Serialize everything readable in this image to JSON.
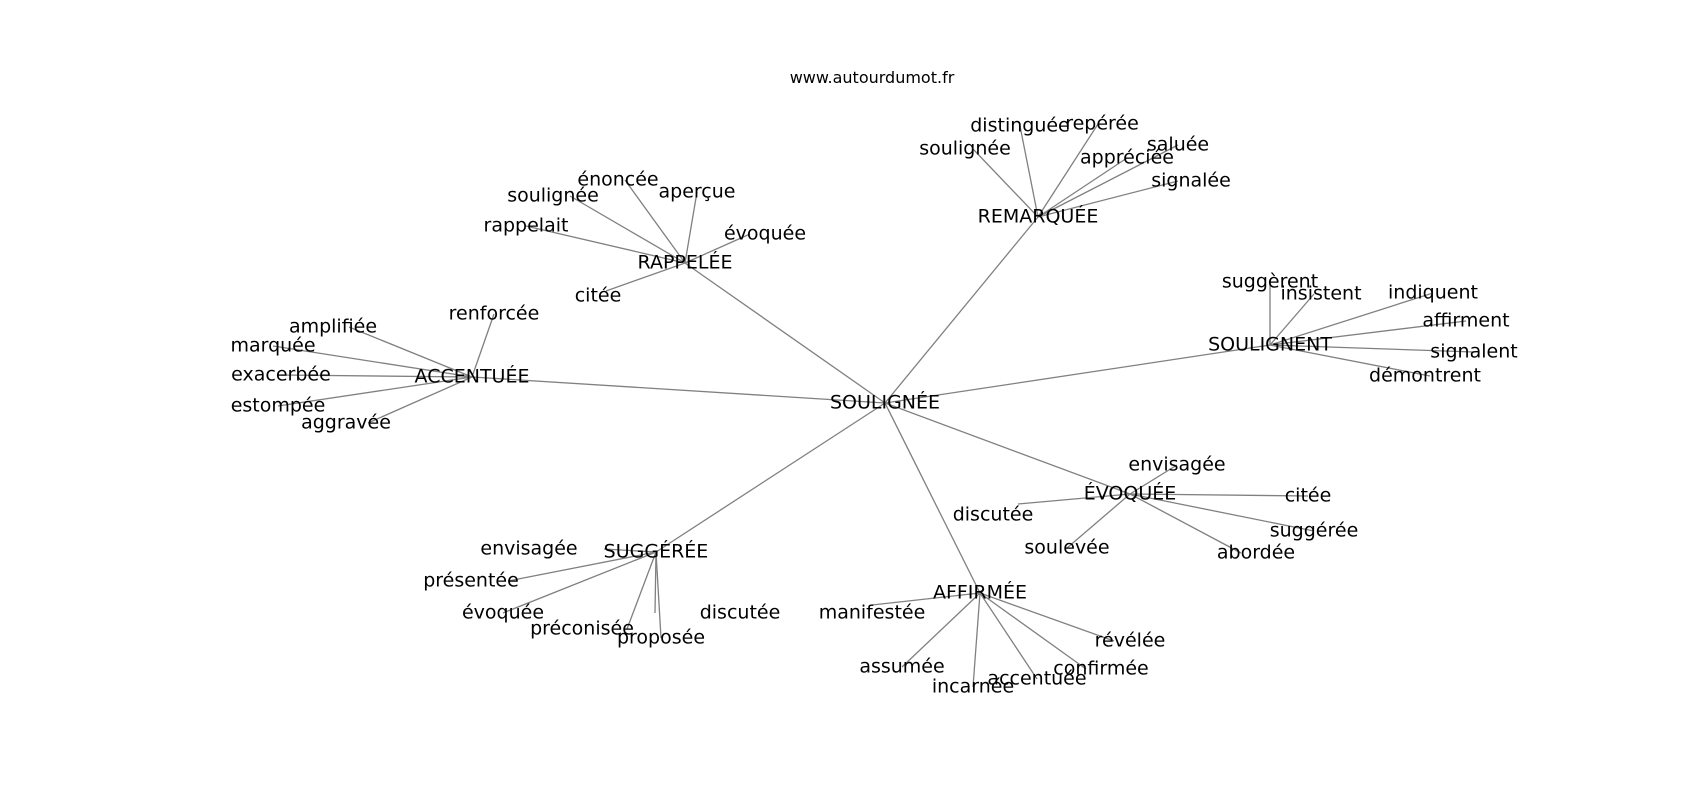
{
  "site": "www.autourdumot.fr",
  "root": "SOULIGNÉE",
  "hubs": [
    {
      "label": "RAPPELÉE",
      "leaves": [
        "énoncée",
        "soulignée",
        "aperçue",
        "rappelait",
        "évoquée",
        "citée"
      ]
    },
    {
      "label": "REMARQUÉE",
      "leaves": [
        "distinguée",
        "repérée",
        "soulignée",
        "appréciée",
        "saluée",
        "signalée"
      ]
    },
    {
      "label": "SOULIGNENT",
      "leaves": [
        "suggèrent",
        "insistent",
        "indiquent",
        "affirment",
        "signalent",
        "démontrent"
      ]
    },
    {
      "label": "ACCENTUÉE",
      "leaves": [
        "renforcée",
        "amplifiée",
        "marquée",
        "exacerbée",
        "estompée",
        "aggravée"
      ]
    },
    {
      "label": "ÉVOQUÉE",
      "leaves": [
        "envisagée",
        "discutée",
        "citée",
        "suggérée",
        "soulevée",
        "abordée"
      ]
    },
    {
      "label": "SUGGÉRÉE",
      "leaves": [
        "envisagée",
        "présentée",
        "évoquée",
        "préconisée",
        "proposée",
        "discutée"
      ]
    },
    {
      "label": "AFFIRMÉE",
      "leaves": [
        "manifestée",
        "révélée",
        "assumée",
        "confirmée",
        "accentuée",
        "incarnée"
      ]
    }
  ]
}
